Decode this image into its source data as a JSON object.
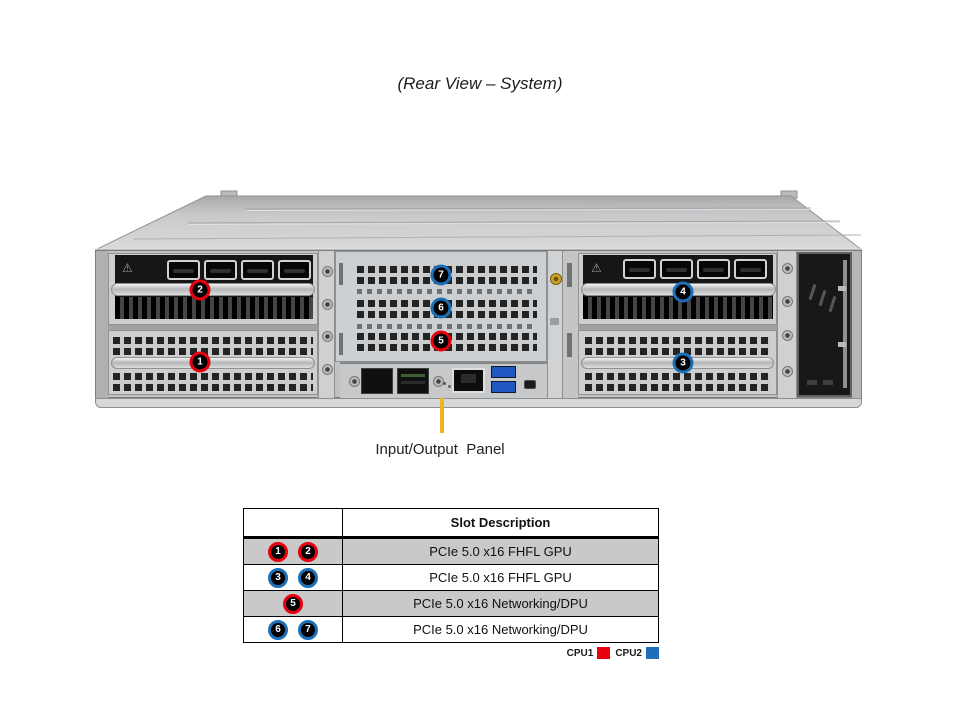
{
  "title": "(Rear View – System)",
  "io_panel_label": "Input/Output  Panel",
  "colors": {
    "cpu1": "#e8000f",
    "cpu2": "#1d70b7",
    "pointer_line": "#f1b320"
  },
  "diagram": {
    "callouts": [
      {
        "number": "1",
        "cpu": "cpu1"
      },
      {
        "number": "2",
        "cpu": "cpu1"
      },
      {
        "number": "3",
        "cpu": "cpu2"
      },
      {
        "number": "4",
        "cpu": "cpu2"
      },
      {
        "number": "5",
        "cpu": "cpu1"
      },
      {
        "number": "6",
        "cpu": "cpu2"
      },
      {
        "number": "7",
        "cpu": "cpu2"
      }
    ]
  },
  "slot_table": {
    "header": "Slot Description",
    "rows": [
      {
        "slots": [
          "1",
          "2"
        ],
        "cpu": "cpu1",
        "description": "PCIe 5.0 x16 FHFL GPU"
      },
      {
        "slots": [
          "3",
          "4"
        ],
        "cpu": "cpu2",
        "description": "PCIe 5.0 x16 FHFL GPU"
      },
      {
        "slots": [
          "5"
        ],
        "cpu": "cpu1",
        "description": "PCIe 5.0 x16 Networking/DPU"
      },
      {
        "slots": [
          "6",
          "7"
        ],
        "cpu": "cpu2",
        "description": "PCIe 5.0 x16 Networking/DPU"
      }
    ]
  },
  "legend": [
    {
      "label": "CPU1",
      "cpu": "cpu1"
    },
    {
      "label": "CPU2",
      "cpu": "cpu2"
    }
  ]
}
